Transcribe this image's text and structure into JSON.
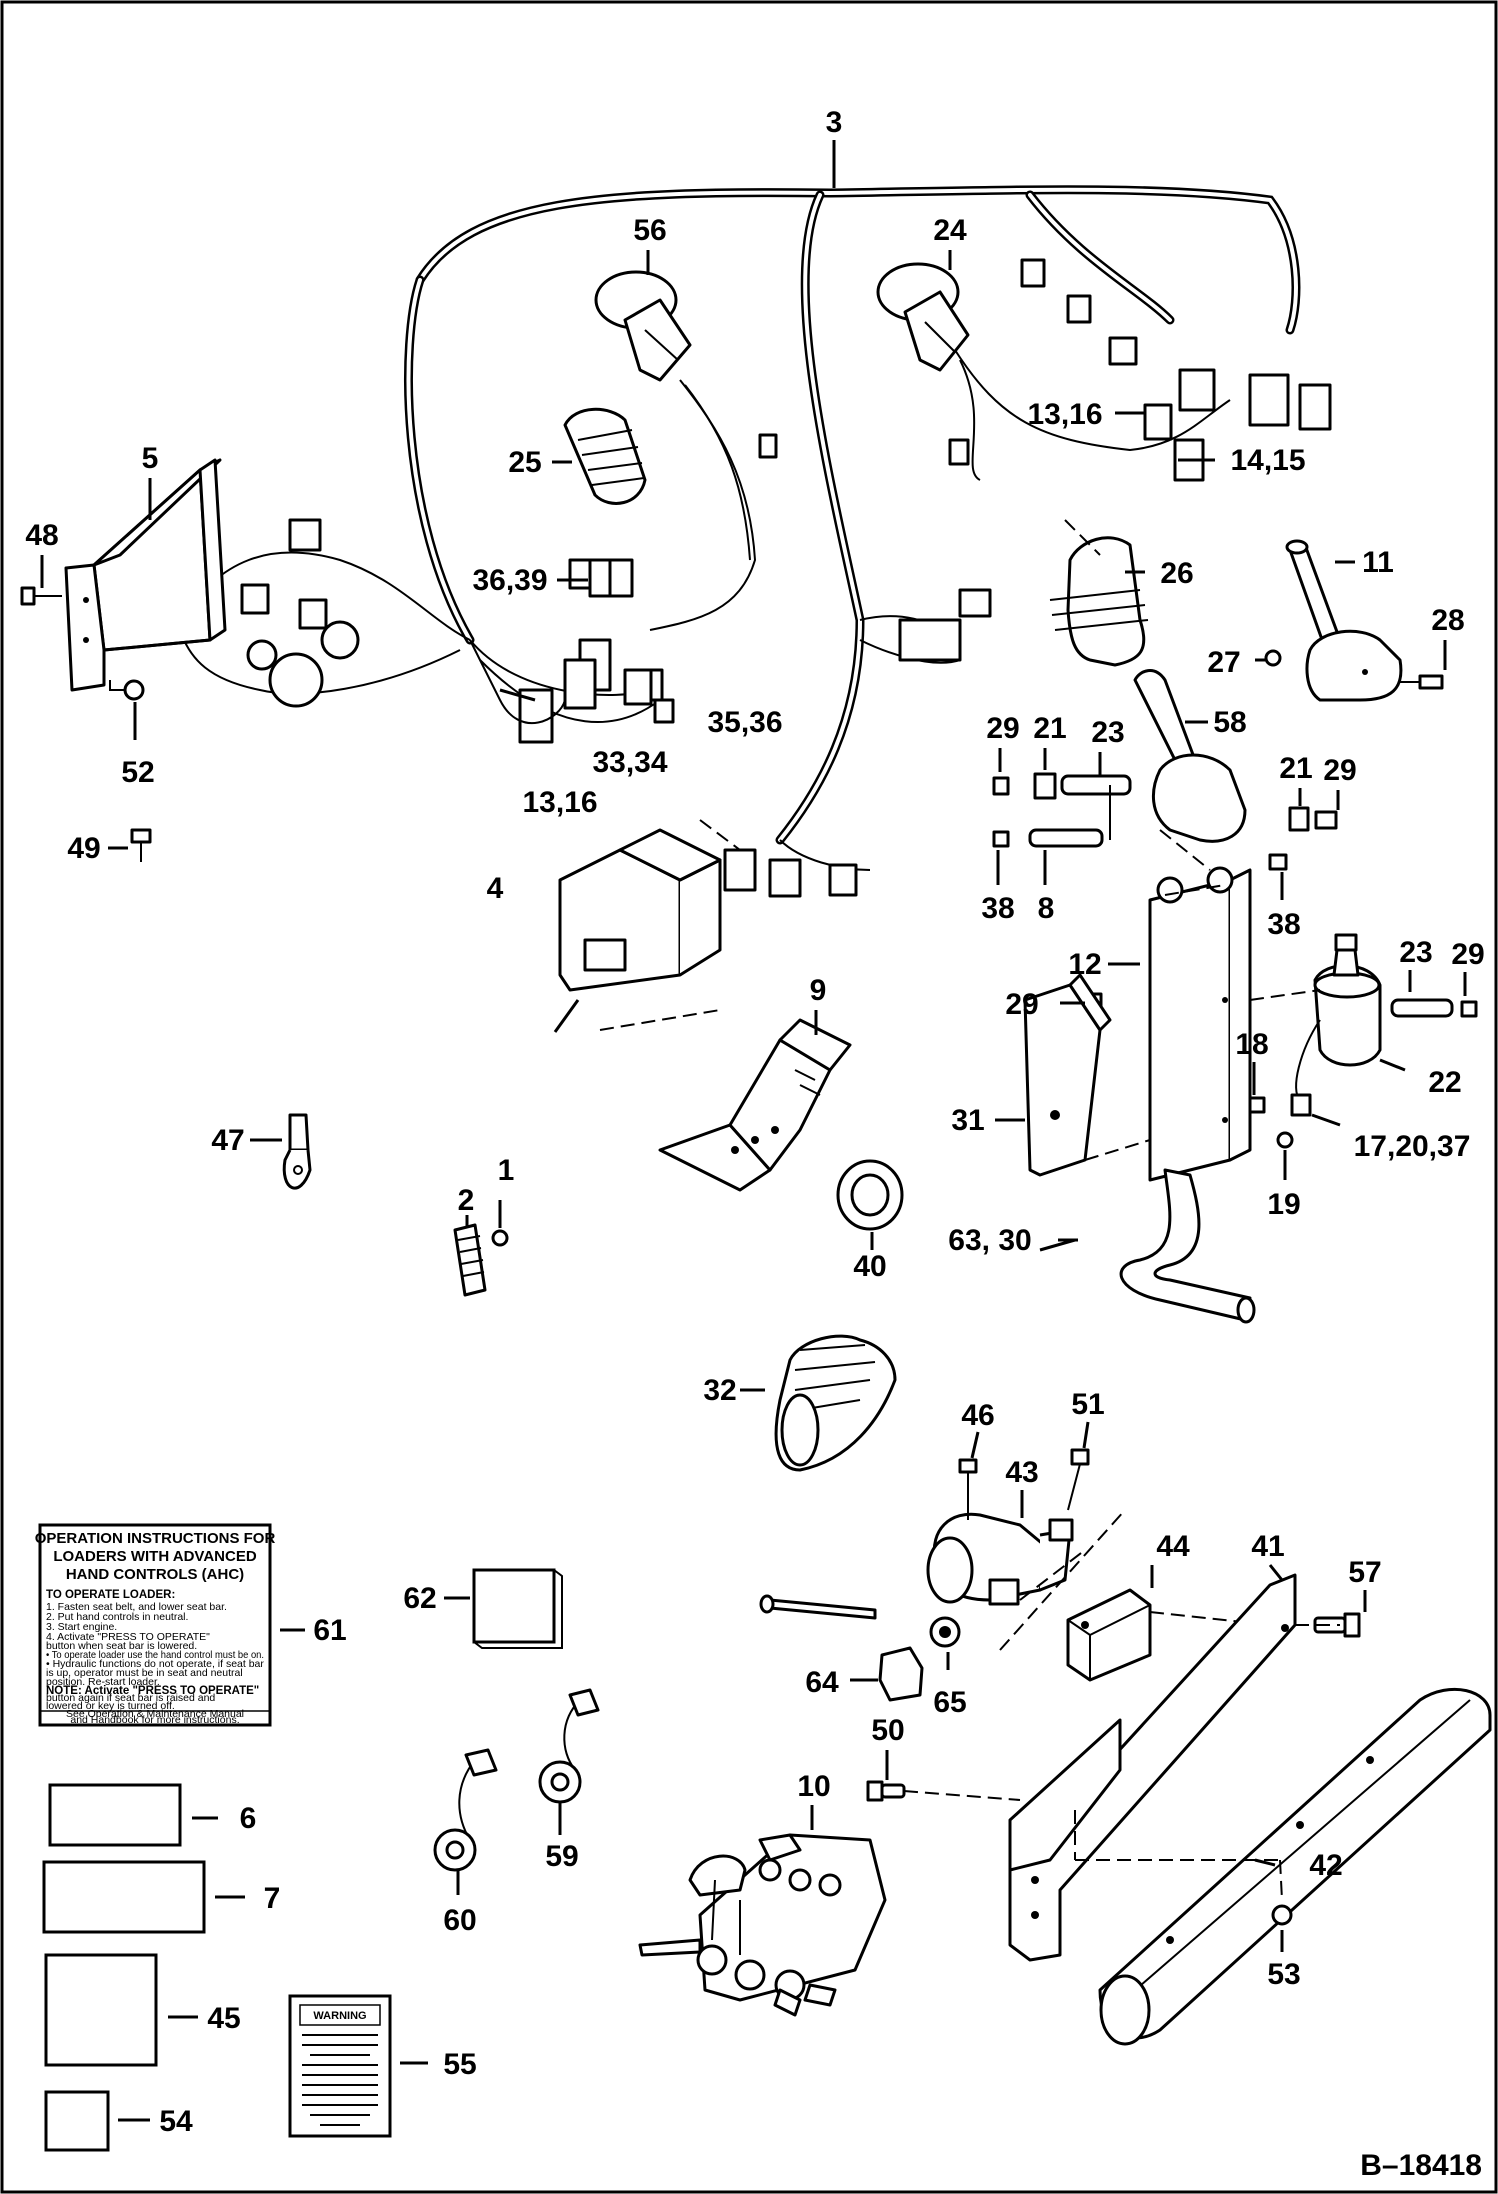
{
  "diagram": {
    "labels": {
      "p1": "1",
      "p2": "2",
      "p3": "3",
      "p4": "4",
      "p5": "5",
      "p6": "6",
      "p7": "7",
      "p8": "8",
      "p9": "9",
      "p10": "10",
      "p11": "11",
      "p12": "12",
      "p13_16a": "13,16",
      "p13_16b": "13,16",
      "p14_15": "14,15",
      "p17_20_37": "17,20,37",
      "p18": "18",
      "p19": "19",
      "p21a": "21",
      "p21b": "21",
      "p22": "22",
      "p23a": "23",
      "p23b": "23",
      "p24": "24",
      "p25": "25",
      "p26": "26",
      "p27": "27",
      "p28": "28",
      "p29a": "29",
      "p29b": "29",
      "p29c": "29",
      "p29d": "29",
      "p31": "31",
      "p32": "32",
      "p33_34": "33,34",
      "p35_36": "35,36",
      "p36_39": "36,39",
      "p38a": "38",
      "p38b": "38",
      "p40": "40",
      "p41": "41",
      "p42": "42",
      "p43": "43",
      "p44": "44",
      "p45": "45",
      "p46": "46",
      "p47": "47",
      "p48": "48",
      "p49": "49",
      "p50": "50",
      "p51": "51",
      "p52": "52",
      "p53": "53",
      "p54": "54",
      "p55": "55",
      "p56": "56",
      "p57": "57",
      "p58": "58",
      "p59": "59",
      "p60": "60",
      "p61": "61",
      "p62": "62",
      "p63_30": "63, 30",
      "p64": "64",
      "p65": "65"
    },
    "figure_id": "B–18418",
    "instruction_card": {
      "title_line1": "OPERATION INSTRUCTIONS FOR",
      "title_line2": "LOADERS WITH ADVANCED",
      "title_line3": "HAND CONTROLS (AHC)",
      "heading": "TO OPERATE LOADER:",
      "step1": "1.  Fasten seat belt, and lower seat bar.",
      "step2": "2.  Put hand controls in neutral.",
      "step3": "3.  Start engine.",
      "step4a": "4.  Activate \"PRESS TO OPERATE\"",
      "step4b": "     button when seat bar is lowered.",
      "step5a": "•  To operate loader use the hand control must be on.",
      "step5b": "•  Hydraulic functions do not operate, if seat bar",
      "step5c": "   is up, operator must be in seat and neutral",
      "step5d": "   position. Re-start loader.",
      "note_a": "NOTE: Activate \"PRESS TO OPERATE\"",
      "note_b": "       button again if seat bar is raised and",
      "note_c": "       lowered or key is turned off.",
      "footer_a": "See Operation & Maintenance Manual",
      "footer_b": "and Handbook for more instructions."
    },
    "warning_decal": {
      "header": "WARNING"
    }
  }
}
